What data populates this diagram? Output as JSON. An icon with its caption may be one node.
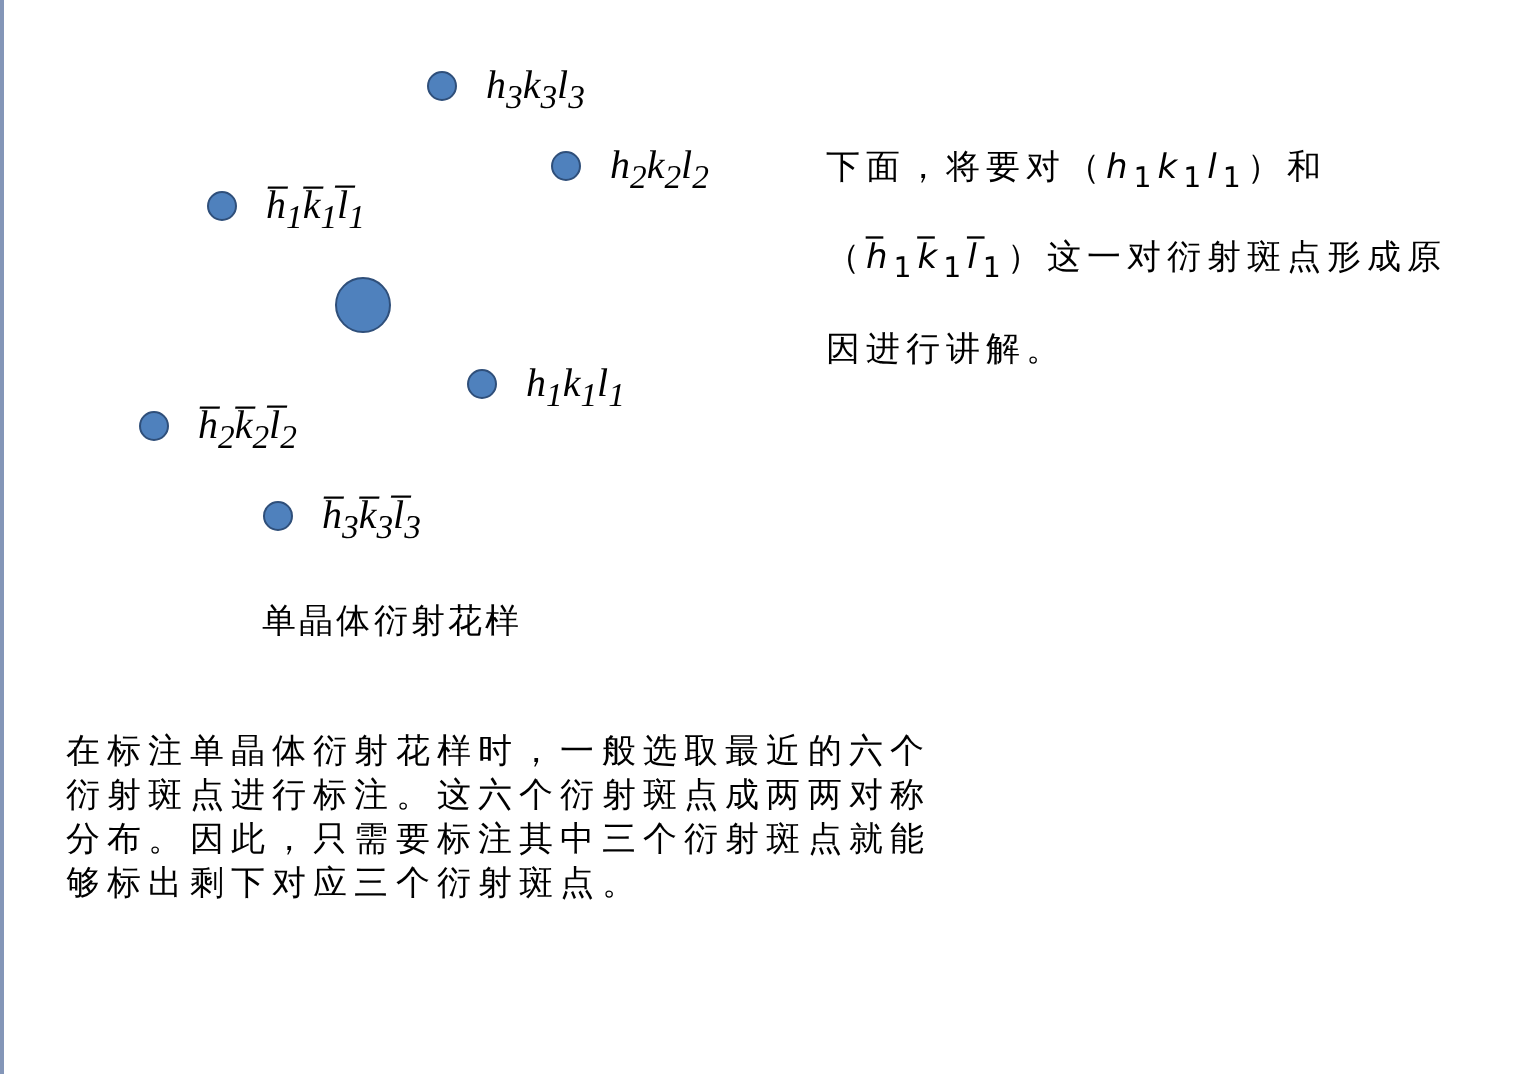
{
  "diagram": {
    "nodes": [
      {
        "text": [],
        "shape": "circle",
        "beside": [
          "h$_{3}$k$_{3}$l$_{3}$"
        ]
      },
      {
        "text": [],
        "shape": "circle",
        "beside": [
          "h$_{2}$k$_{2}$l$_{2}$"
        ]
      },
      {
        "text": [],
        "shape": "circle",
        "beside": [
          "h̅$_{1}$k̅$_{1}$l̅$_{1}$"
        ]
      },
      {
        "text": [],
        "shape": "circle"
      },
      {
        "text": [],
        "shape": "circle",
        "beside": [
          "h$_{1}$k$_{1}$l$_{1}$"
        ]
      },
      {
        "text": [],
        "shape": "circle",
        "beside": [
          "h̅$_{2}$k̅$_{2}$l̅$_{2}$"
        ]
      },
      {
        "text": [],
        "shape": "circle",
        "beside": [
          "h̅$_{3}$k̅$_{3}$l̅$_{3}$"
        ]
      }
    ],
    "edges": [],
    "labels": [
      "下面，将要对（*h*$_{1}$*k*$_{1}$*l*$_{1}$）和（*h̅*$_{1}$*k̅*$_{1}$*l̅*$_{1}$）这一对衍射斑点形成原因进行讲解。",
      "单晶体衍射花样",
      "在标注单晶体衍射花样时，一般选取最近的六个衍射斑点进行标注。这六个衍射斑点成两两对称分布。因此，只需要标注其中三个衍射斑点就能够标出剩下对应三个衍射斑点。"
    ]
  }
}
